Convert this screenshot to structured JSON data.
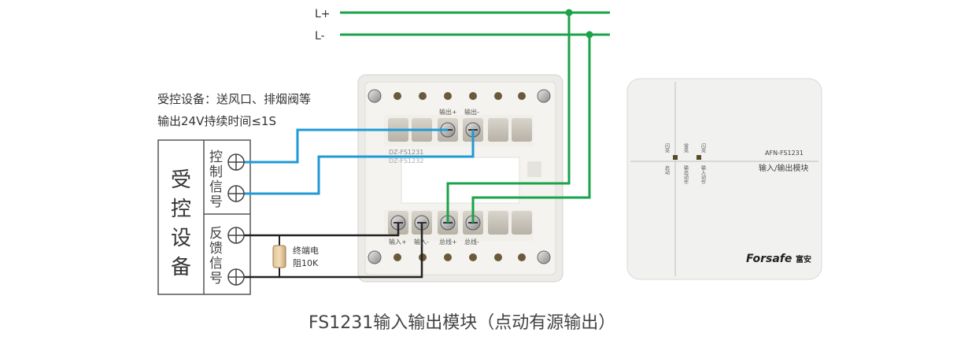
{
  "bus": {
    "l_plus": "L+",
    "l_minus": "L-"
  },
  "device_note": {
    "line1": "受控设备：送风口、排烟阀等",
    "line2": "输出24V持续时间≤1S"
  },
  "controlled_device": {
    "title_chars": [
      "受",
      "控",
      "设",
      "备"
    ],
    "control_signal_chars": [
      "控",
      "制",
      "信",
      "号"
    ],
    "feedback_signal_chars": [
      "反",
      "馈",
      "信",
      "号"
    ]
  },
  "resistor": {
    "label_line1": "终端电",
    "label_line2": "阻10K"
  },
  "base_module": {
    "model_top": "DZ-FS1231",
    "model_shadow": "DZ-FS1232",
    "top_terminals": [
      "输出+",
      "输出-"
    ],
    "bottom_terminals": [
      "输入+",
      "输入-",
      "总线+",
      "总线-"
    ]
  },
  "front_module": {
    "model": "AFN-FS1231",
    "name": "输入/输出模块",
    "brand": "Forsafe",
    "brand_cn": "富安",
    "led_labels_left": [
      "闪亮",
      "启动"
    ],
    "led_labels_mid": [
      "常亮",
      "输出动作"
    ],
    "led_labels_right": [
      "闪亮",
      "输入动作"
    ]
  },
  "caption": "FS1231输入输出模块（点动有源输出）",
  "colors": {
    "green_wire": "#1aa34a",
    "blue_wire": "#1f9ad6",
    "black_wire": "#222222"
  }
}
